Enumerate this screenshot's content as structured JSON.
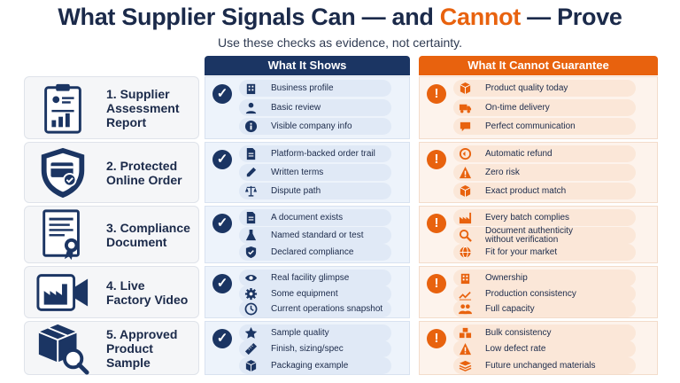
{
  "title": {
    "part1": "What Supplier Signals Can — and ",
    "accent": "Cannot",
    "part2": " — Prove"
  },
  "subtitle": "Use these checks as evidence, not certainty.",
  "columns": {
    "shows": "What It Shows",
    "cannot": "What It Cannot Guarantee"
  },
  "colors": {
    "navy": "#1b3563",
    "orange": "#e8620e"
  },
  "rows": [
    {
      "name": "1. Supplier\nAssessment\nReport",
      "icon": "clipboard-report-icon",
      "shows": [
        {
          "icon": "building-icon",
          "text": "Business profile"
        },
        {
          "icon": "person-icon",
          "text": "Basic review"
        },
        {
          "icon": "info-icon",
          "text": "Visible company info"
        }
      ],
      "cannot": [
        {
          "icon": "box-icon",
          "text": "Product quality today"
        },
        {
          "icon": "truck-icon",
          "text": "On-time delivery"
        },
        {
          "icon": "chat-icon",
          "text": "Perfect communication"
        }
      ]
    },
    {
      "name": "2. Protected\nOnline Order",
      "icon": "shield-card-icon",
      "shows": [
        {
          "icon": "document-icon",
          "text": "Platform-backed order trail"
        },
        {
          "icon": "pen-icon",
          "text": "Written terms"
        },
        {
          "icon": "scale-icon",
          "text": "Dispute path"
        }
      ],
      "cannot": [
        {
          "icon": "refund-icon",
          "text": "Automatic refund"
        },
        {
          "icon": "warning-icon",
          "text": "Zero risk"
        },
        {
          "icon": "cube-icon",
          "text": "Exact product match"
        }
      ]
    },
    {
      "name": "3. Compliance\nDocument",
      "icon": "certificate-icon",
      "shows": [
        {
          "icon": "document-icon",
          "text": "A document exists"
        },
        {
          "icon": "flask-icon",
          "text": "Named standard or test"
        },
        {
          "icon": "check-shield-icon",
          "text": "Declared compliance"
        }
      ],
      "cannot": [
        {
          "icon": "factory-icon",
          "text": "Every batch complies"
        },
        {
          "icon": "magnifier-icon",
          "text": "Document authenticity\nwithout verification"
        },
        {
          "icon": "globe-icon",
          "text": "Fit for your market"
        }
      ]
    },
    {
      "name": "4. Live\nFactory Video",
      "icon": "factory-video-icon",
      "shows": [
        {
          "icon": "eye-icon",
          "text": "Real facility glimpse"
        },
        {
          "icon": "gear-icon",
          "text": "Some equipment"
        },
        {
          "icon": "clock-icon",
          "text": "Current operations snapshot"
        }
      ],
      "cannot": [
        {
          "icon": "building-icon",
          "text": "Ownership"
        },
        {
          "icon": "trend-icon",
          "text": "Production consistency"
        },
        {
          "icon": "people-icon",
          "text": "Full capacity"
        }
      ]
    },
    {
      "name": "5. Approved\nProduct Sample",
      "icon": "box-magnifier-icon",
      "shows": [
        {
          "icon": "star-icon",
          "text": "Sample quality"
        },
        {
          "icon": "ruler-icon",
          "text": "Finish, sizing/spec"
        },
        {
          "icon": "package-icon",
          "text": "Packaging example"
        }
      ],
      "cannot": [
        {
          "icon": "boxes-icon",
          "text": "Bulk consistency"
        },
        {
          "icon": "warning-icon",
          "text": "Low defect rate"
        },
        {
          "icon": "layers-icon",
          "text": "Future unchanged materials"
        }
      ]
    }
  ]
}
